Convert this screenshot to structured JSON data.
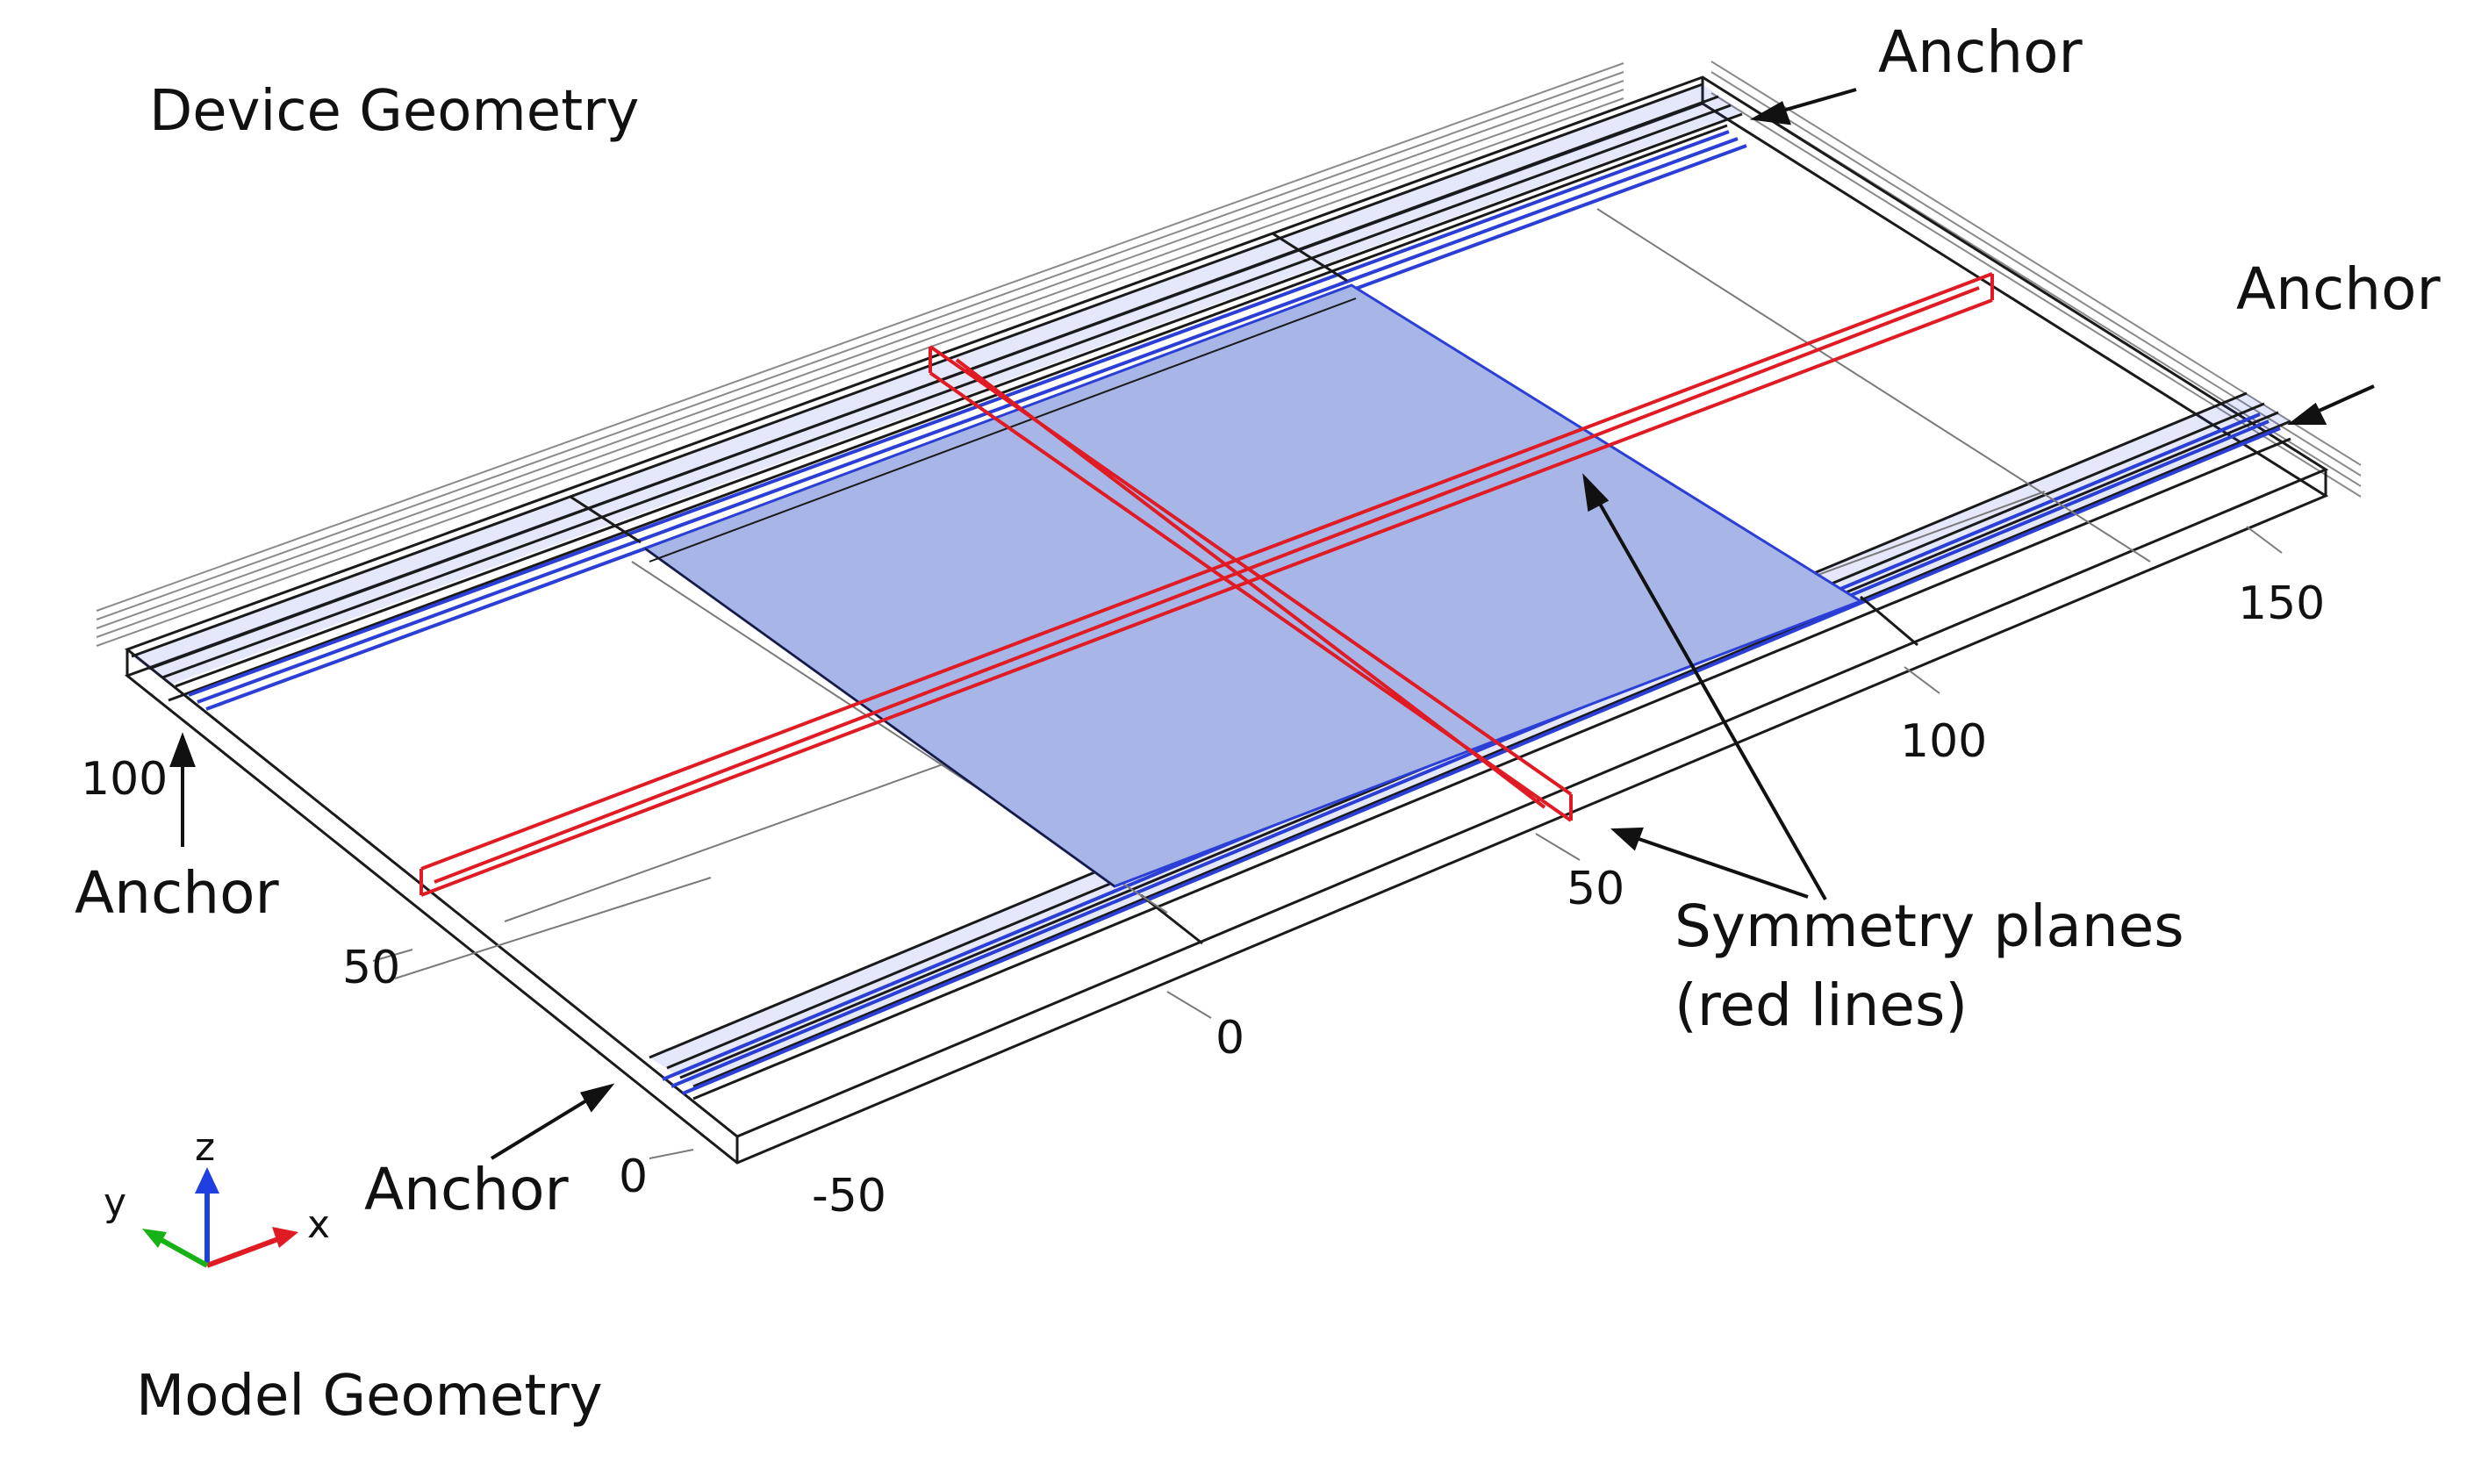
{
  "titles": {
    "top": "Device Geometry",
    "bottom": "Model Geometry"
  },
  "annotations": {
    "anchor": "Anchor",
    "symmetry_line1": "Symmetry planes",
    "symmetry_line2": "(red lines)"
  },
  "axis_ticks": {
    "x": [
      "-50",
      "0",
      "50",
      "100",
      "150"
    ],
    "y": [
      "0",
      "50",
      "100"
    ]
  },
  "triad": {
    "x": "x",
    "y": "y",
    "z": "z"
  },
  "colors": {
    "wire": "#1a1a1a",
    "anchor_hatch": "#8a8a8a",
    "beam": "#2b3fd6",
    "plate_fill": "#a7b6e6",
    "symmetry": "#e01b24",
    "axis_x": "#e01b24",
    "axis_y": "#16b216",
    "axis_z": "#1f3fe0"
  }
}
